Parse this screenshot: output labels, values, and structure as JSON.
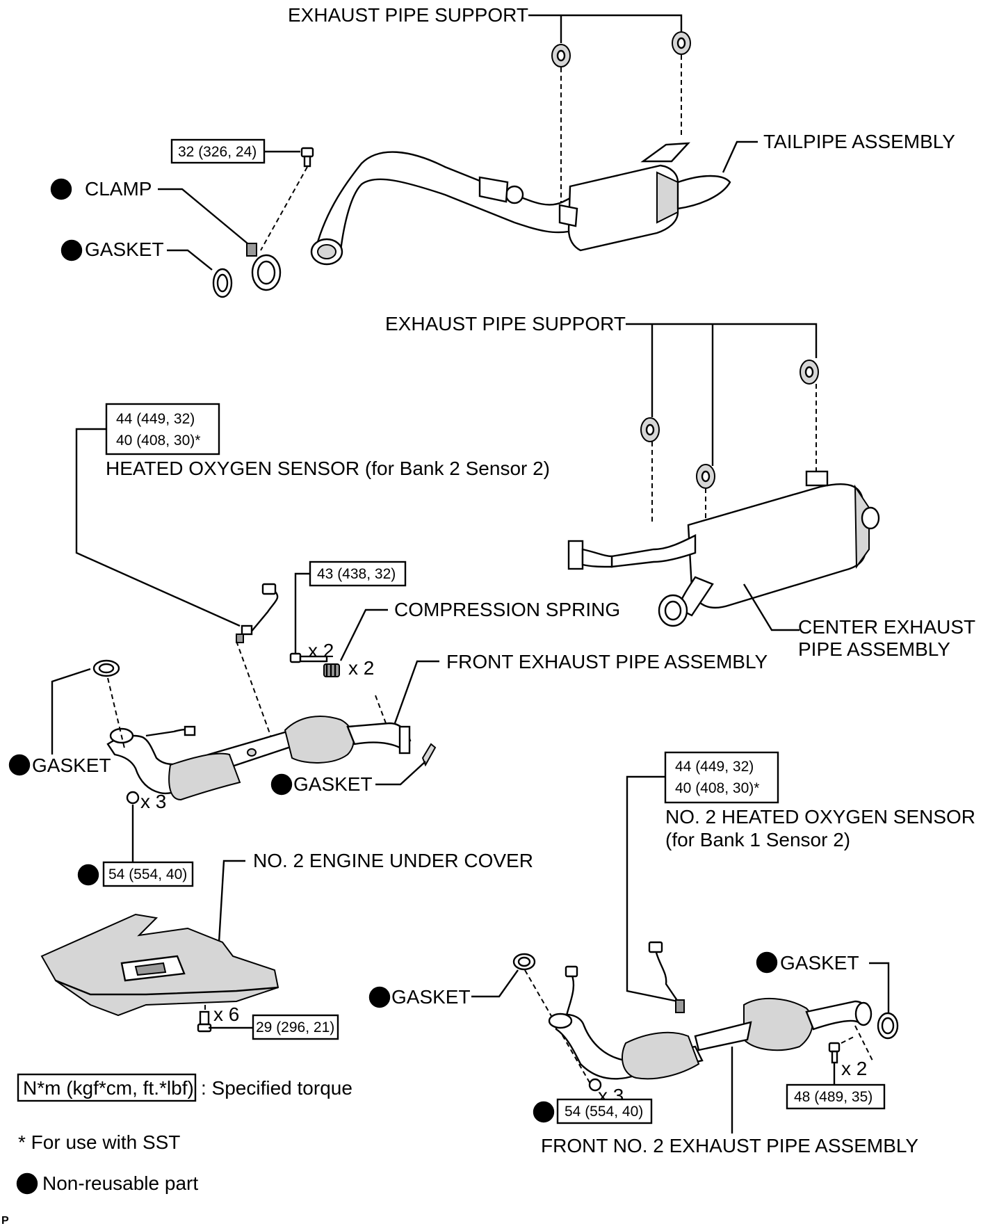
{
  "labels": {
    "exhaust_pipe_support_top": "EXHAUST PIPE SUPPORT",
    "tailpipe_assembly": "TAILPIPE ASSEMBLY",
    "clamp": "CLAMP",
    "gasket_top": "GASKET",
    "exhaust_pipe_support_mid": "EXHAUST PIPE SUPPORT",
    "heated_oxygen_sensor": "HEATED OXYGEN SENSOR (for Bank 2 Sensor 2)",
    "compression_spring": "COMPRESSION SPRING",
    "center_exhaust_line1": "CENTER EXHAUST",
    "center_exhaust_line2": "PIPE ASSEMBLY",
    "front_exhaust_pipe_assembly": "FRONT EXHAUST PIPE ASSEMBLY",
    "gasket_left": "GASKET",
    "gasket_center": "GASKET",
    "no2_engine_under_cover": "NO. 2 ENGINE UNDER COVER",
    "no2_heated_oxygen_sensor_line1": "NO. 2 HEATED OXYGEN SENSOR",
    "no2_heated_oxygen_sensor_line2": "(for Bank 1 Sensor 2)",
    "gasket_right": "GASKET",
    "gasket_lower_left": "GASKET",
    "front_no2_exhaust_pipe_assembly": "FRONT NO. 2 EXHAUST PIPE ASSEMBLY"
  },
  "torques": {
    "clamp_bolt": "32 (326, 24)",
    "sensor_b2s2_line1": "44 (449, 32)",
    "sensor_b2s2_line2": "40 (408, 30)*",
    "spring_bolt": "43 (438, 32)",
    "front_pipe_nut": "54 (554, 40)",
    "under_cover_bolt": "29 (296, 21)",
    "sensor_b1s2_line1": "44 (449, 32)",
    "sensor_b1s2_line2": "40 (408, 30)*",
    "front_no2_nut": "54 (554, 40)",
    "front_no2_bolt": "48 (489, 35)"
  },
  "quantities": {
    "spring_bolt": "x 2",
    "spring": "x 2",
    "front_pipe_nut": "x 3",
    "under_cover_bolt": "x 6",
    "front_no2_nut": "x 3",
    "front_no2_bolt": "x 2"
  },
  "legend": {
    "torque_unit": "N*m (kgf*cm, ft.*lbf)",
    "torque_desc": ": Specified torque",
    "sst_note": "* For use with SST",
    "non_reusable": "Non-reusable part"
  },
  "corner_mark": "P"
}
